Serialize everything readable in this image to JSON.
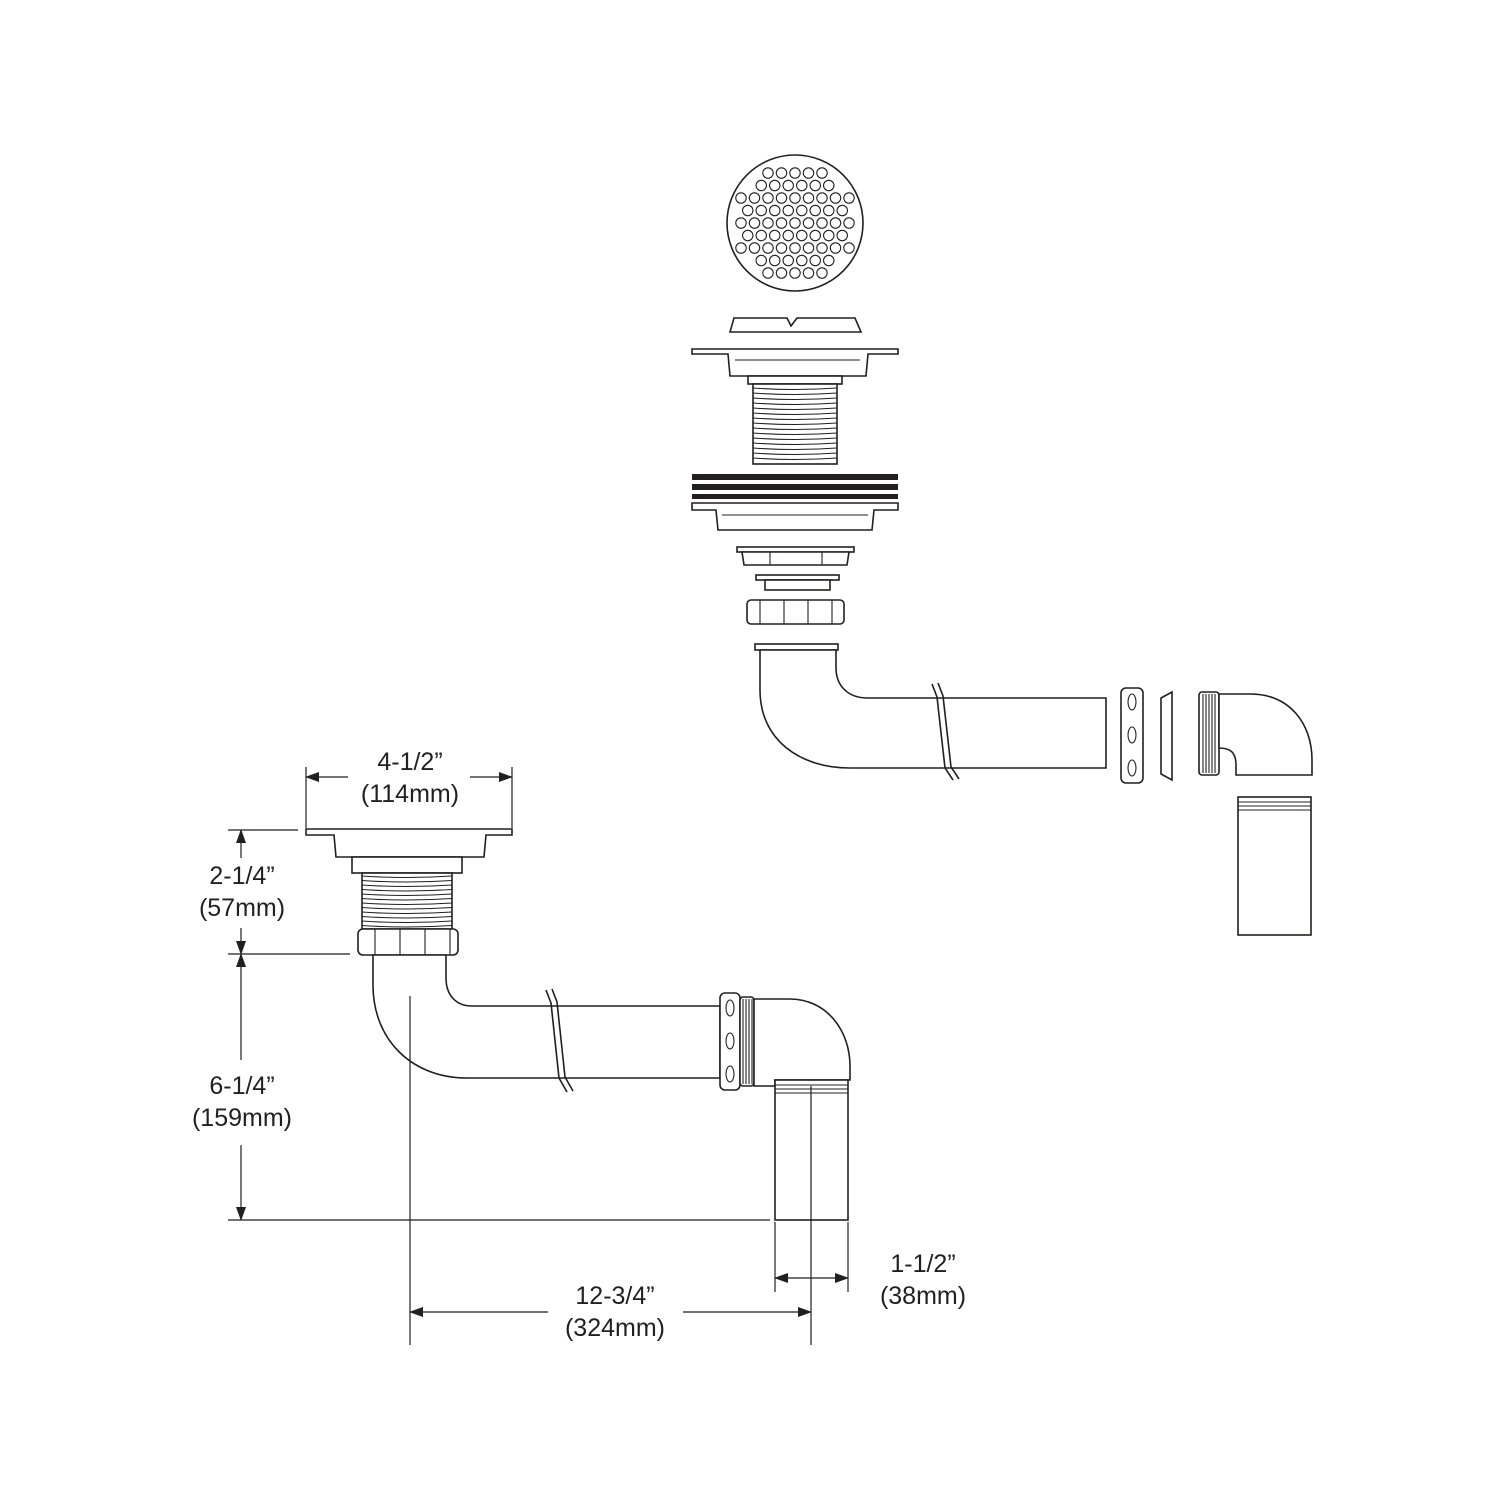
{
  "dimensions": {
    "strainer_width": {
      "imperial": "4-1/2”",
      "metric": "(114mm)"
    },
    "flange_to_nut_height": {
      "imperial": "2-1/4”",
      "metric": "(57mm)"
    },
    "drop_height": {
      "imperial": "6-1/4”",
      "metric": "(159mm)"
    },
    "horizontal_length": {
      "imperial": "12-3/4”",
      "metric": "(324mm)"
    },
    "outlet_diameter": {
      "imperial": "1-1/2”",
      "metric": "(38mm)"
    }
  },
  "colors": {
    "line": "#231f20",
    "background": "#ffffff"
  }
}
